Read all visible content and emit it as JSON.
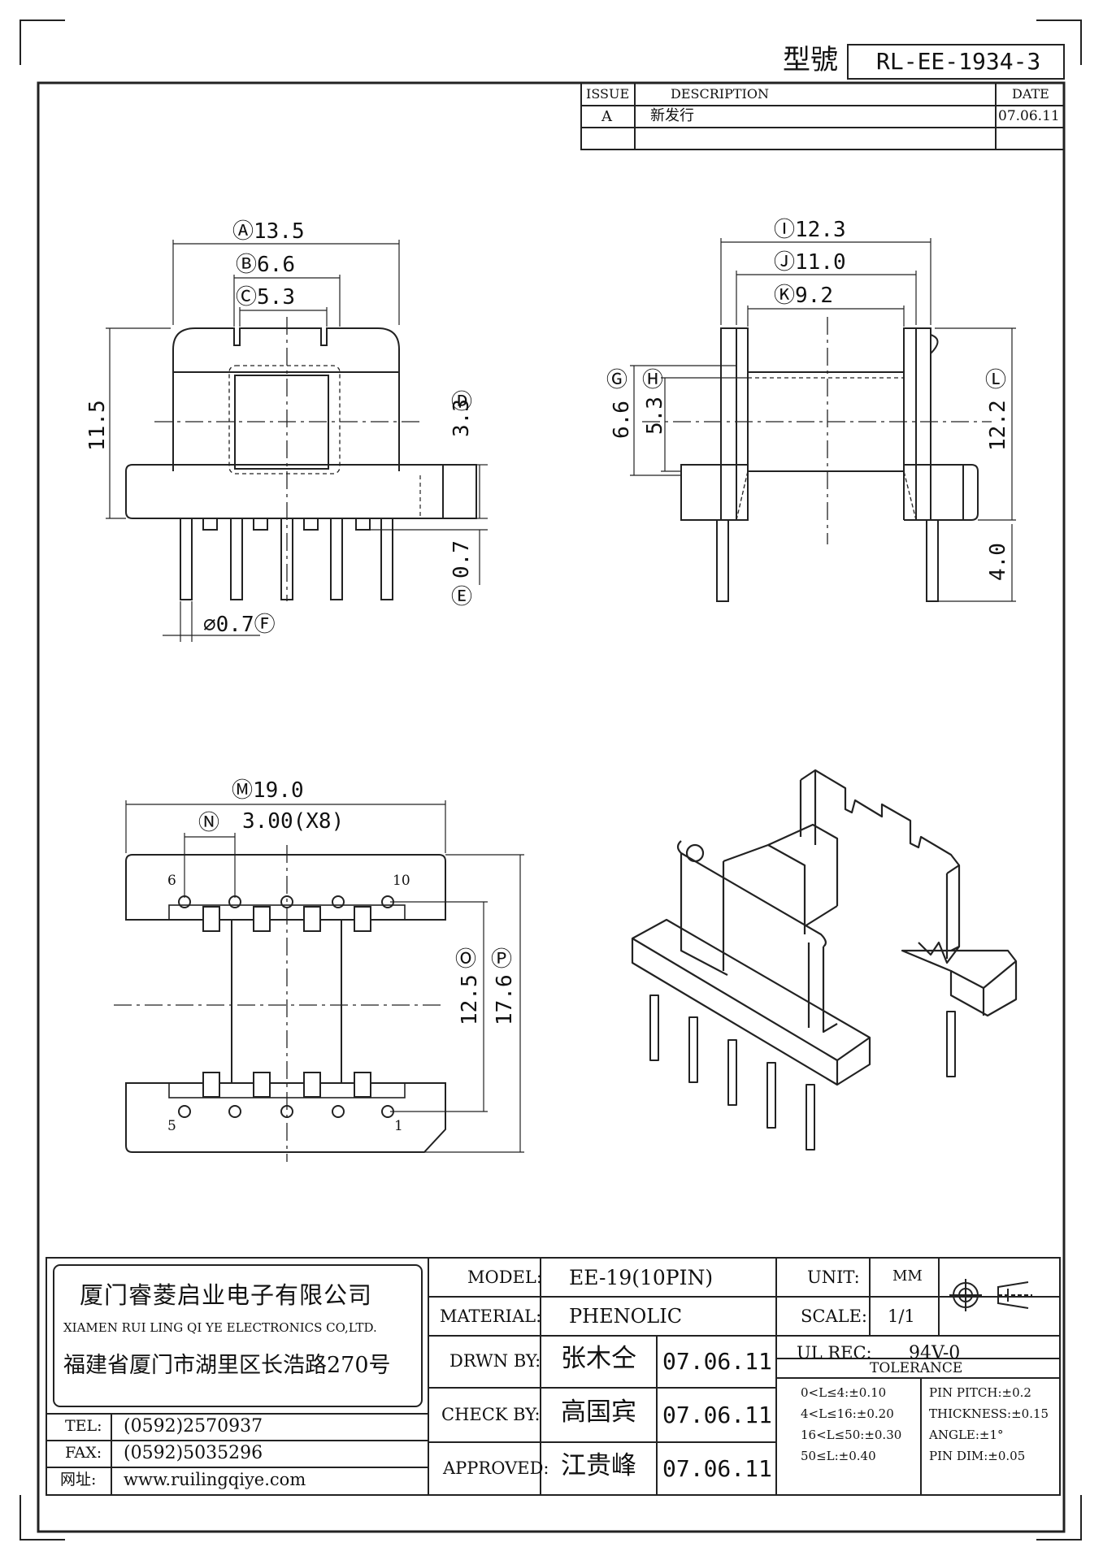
{
  "header": {
    "model_label": "型號",
    "model_value": "RL-EE-1934-3"
  },
  "revision": {
    "headers": [
      "ISSUE",
      "DESCRIPTION",
      "DATE"
    ],
    "rows": [
      {
        "issue": "A",
        "description": "新发行",
        "date": "07.06.11"
      }
    ]
  },
  "front_view": {
    "dims": [
      {
        "id": "A",
        "value": "13.5"
      },
      {
        "id": "B",
        "value": "6.6"
      },
      {
        "id": "C",
        "value": "5.3"
      },
      {
        "id": "D",
        "value": "3.3"
      },
      {
        "id": "E",
        "value": "0.7"
      },
      {
        "id": "F",
        "value": "0.7"
      }
    ],
    "height": "11.5",
    "dia_symbol": "⌀"
  },
  "side_view": {
    "dims": [
      {
        "id": "I",
        "value": "12.3"
      },
      {
        "id": "J",
        "value": "11.0"
      },
      {
        "id": "K",
        "value": "9.2"
      },
      {
        "id": "G",
        "value": "6.6"
      },
      {
        "id": "H",
        "value": "5.3"
      },
      {
        "id": "L",
        "value": "12.2"
      }
    ],
    "pin_len": "4.0"
  },
  "bottom_view": {
    "dims": [
      {
        "id": "M",
        "value": "19.0"
      },
      {
        "id": "N",
        "value": "3.00(X8)"
      },
      {
        "id": "O",
        "value": "12.5"
      },
      {
        "id": "P",
        "value": "17.6"
      }
    ],
    "pin_labels": [
      "6",
      "10",
      "5",
      "1"
    ]
  },
  "company": {
    "name_cn": "厦门睿菱启业电子有限公司",
    "name_en": "XIAMEN RUI LING QI YE ELECTRONICS CO,LTD.",
    "address": "福建省厦门市湖里区长浩路270号",
    "tel_label": "TEL:",
    "tel": "(0592)2570937",
    "fax_label": "FAX:",
    "fax": "(0592)5035296",
    "web_label": "网址:",
    "web": "www.ruilingqiye.com"
  },
  "title_block": {
    "model_label": "MODEL:",
    "model": "EE-19(10PIN)",
    "material_label": "MATERIAL:",
    "material": "PHENOLIC",
    "unit_label": "UNIT:",
    "unit": "MM",
    "scale_label": "SCALE:",
    "scale": "1/1",
    "drawn_label": "DRWN BY:",
    "drawn_by": "张木仝",
    "drawn_date": "07.06.11",
    "check_label": "CHECK BY:",
    "check_by": "高国宾",
    "check_date": "07.06.11",
    "approved_label": "APPROVED:",
    "approved_by": "江贵峰",
    "approved_date": "07.06.11",
    "ul_label": "UL REC:",
    "ul": "94V-0",
    "tolerance_label": "TOLERANCE",
    "tolerances_left": [
      "0<L≤4:±0.10",
      "4<L≤16:±0.20",
      "16<L≤50:±0.30",
      "50≤L:±0.40"
    ],
    "tolerances_right": [
      "PIN PITCH:±0.2",
      "THICKNESS:±0.15",
      "ANGLE:±1°",
      "PIN DIM:±0.05"
    ]
  }
}
